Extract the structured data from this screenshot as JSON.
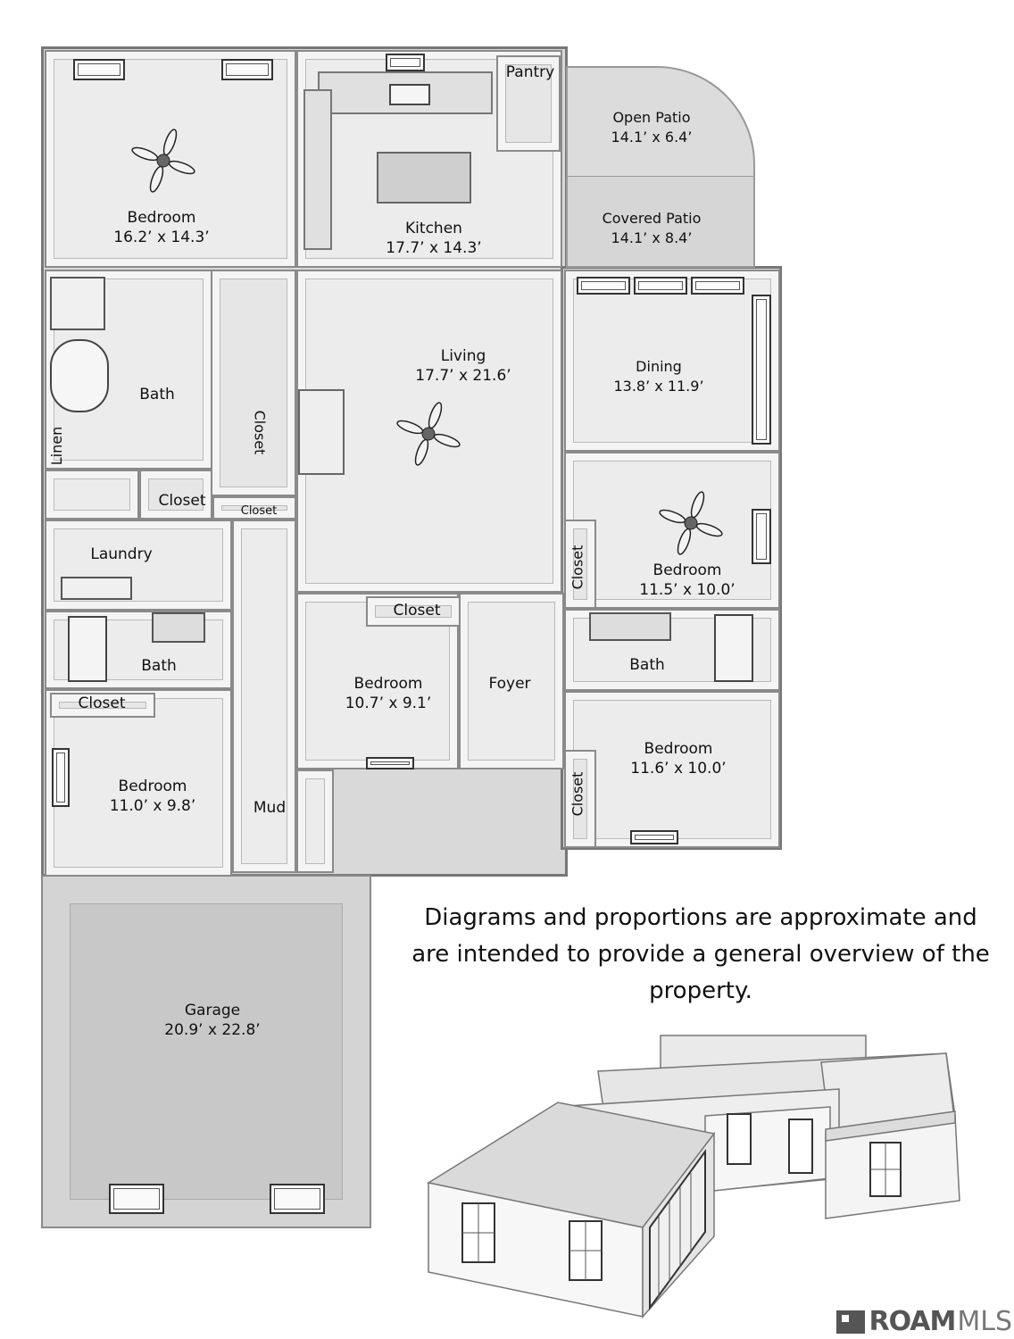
{
  "rooms": {
    "bedroom_nw": {
      "name": "Bedroom",
      "dims": "16.2’ x 14.3’"
    },
    "kitchen": {
      "name": "Kitchen",
      "dims": "17.7’ x 14.3’"
    },
    "pantry": {
      "name": "Pantry"
    },
    "open_patio": {
      "name": "Open Patio",
      "dims": "14.1’ x 6.4’"
    },
    "covered_patio": {
      "name": "Covered Patio",
      "dims": "14.1’ x 8.4’"
    },
    "bath_master": {
      "name": "Bath"
    },
    "linen": {
      "name": "Linen"
    },
    "closet_master_walk": {
      "name": "Closet"
    },
    "closet_master": {
      "name": "Closet"
    },
    "closet_small": {
      "name": "Closet"
    },
    "living": {
      "name": "Living",
      "dims": "17.7’ x 21.6’"
    },
    "dining": {
      "name": "Dining",
      "dims": "13.8’ x 11.9’"
    },
    "laundry": {
      "name": "Laundry"
    },
    "bedroom_e1": {
      "name": "Bedroom",
      "dims": "11.5’ x 10.0’"
    },
    "closet_e1": {
      "name": "Closet"
    },
    "closet_center": {
      "name": "Closet"
    },
    "bath_west": {
      "name": "Bath"
    },
    "bath_east": {
      "name": "Bath"
    },
    "bedroom_center": {
      "name": "Bedroom",
      "dims": "10.7’ x 9.1’"
    },
    "foyer": {
      "name": "Foyer"
    },
    "closet_west": {
      "name": "Closet"
    },
    "bedroom_e2": {
      "name": "Bedroom",
      "dims": "11.6’ x 10.0’"
    },
    "closet_e2": {
      "name": "Closet"
    },
    "bedroom_sw": {
      "name": "Bedroom",
      "dims": "11.0’ x 9.8’"
    },
    "mud": {
      "name": "Mud"
    },
    "garage": {
      "name": "Garage",
      "dims": "20.9’ x 22.8’"
    }
  },
  "disclaimer": "Diagrams and proportions are approximate and are intended to provide a general overview of the property.",
  "logo": {
    "roam": "ROAM",
    "mls": "MLS"
  }
}
